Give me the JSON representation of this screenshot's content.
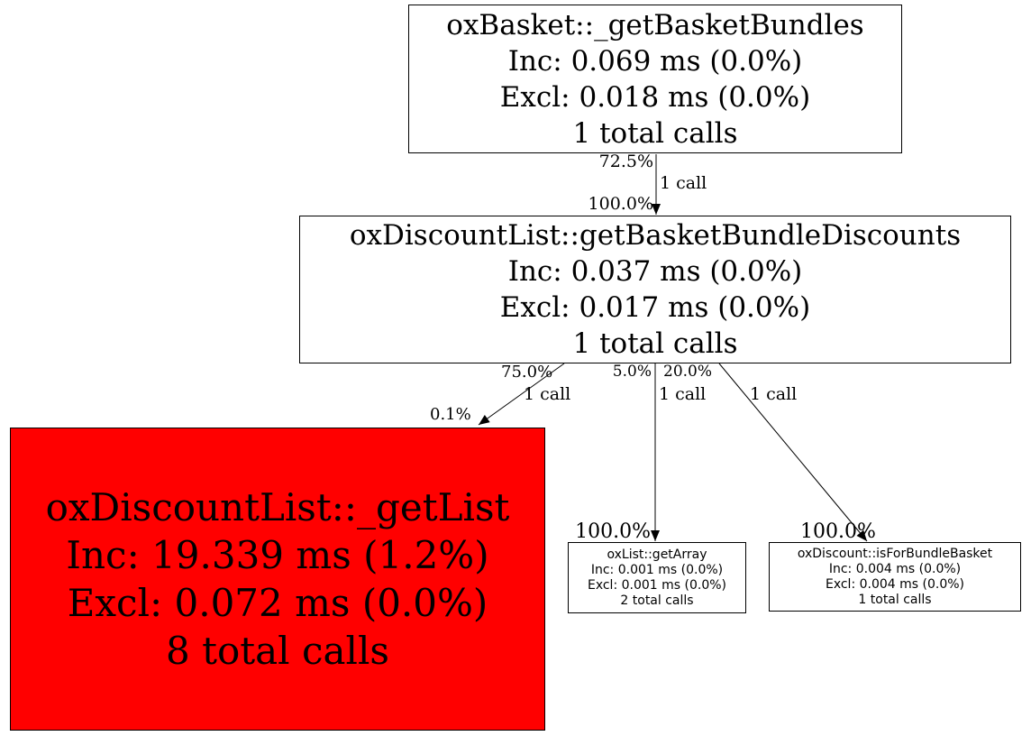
{
  "nodes": [
    {
      "function": "oxBasket::_getBasketBundles",
      "inc": "Inc: 0.069 ms (0.0%)",
      "excl": "Excl: 0.018 ms (0.0%)",
      "total_calls": "1 total calls",
      "fill_color": "#ffffff"
    },
    {
      "function": "oxDiscountList::getBasketBundleDiscounts",
      "inc": "Inc: 0.037 ms (0.0%)",
      "excl": "Excl: 0.017 ms (0.0%)",
      "total_calls": "1 total calls",
      "fill_color": "#ffffff"
    },
    {
      "function": "oxDiscountList::_getList",
      "inc": "Inc: 19.339 ms (1.2%)",
      "excl": "Excl: 0.072 ms (0.0%)",
      "total_calls": "8 total calls",
      "fill_color": "#ff0000"
    },
    {
      "function": "oxList::getArray",
      "inc": "Inc: 0.001 ms (0.0%)",
      "excl": "Excl: 0.001 ms (0.0%)",
      "total_calls": "2 total calls",
      "fill_color": "#ffffff"
    },
    {
      "function": "oxDiscount::isForBundleBasket",
      "inc": "Inc: 0.004 ms (0.0%)",
      "excl": "Excl: 0.004 ms (0.0%)",
      "total_calls": "1 total calls",
      "fill_color": "#ffffff"
    }
  ],
  "edges": [
    {
      "from_node": 0,
      "to_node": 1,
      "percent_out": "72.5%",
      "calls": "1 call",
      "percent_in": "100.0%"
    },
    {
      "from_node": 1,
      "to_node": 2,
      "percent_out": "75.0%",
      "calls": "1 call",
      "percent_in": "0.1%"
    },
    {
      "from_node": 1,
      "to_node": 3,
      "percent_out": "5.0%",
      "calls": "1 call",
      "percent_in": "100.0%"
    },
    {
      "from_node": 1,
      "to_node": 4,
      "percent_out": "20.0%",
      "calls": "1 call",
      "percent_in": "100.0%"
    }
  ],
  "colors": {
    "hot_node": "#ff0000",
    "node_fill": "#ffffff",
    "border": "#000000",
    "edge": "#000000",
    "text": "#000000"
  }
}
